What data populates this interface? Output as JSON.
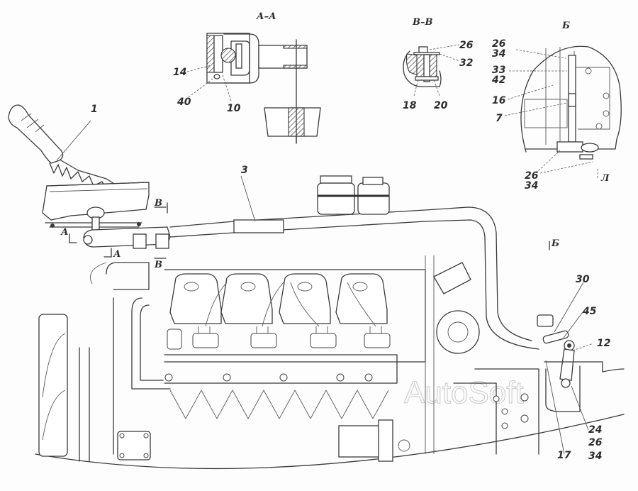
{
  "drawing": {
    "section_views": [
      {
        "title": "А–А",
        "callouts": [
          "14",
          "40",
          "10"
        ]
      },
      {
        "title": "В–В",
        "callouts": [
          "26",
          "32",
          "18",
          "20"
        ]
      },
      {
        "title": "Б",
        "callouts": [
          "26\n34",
          "33\n42",
          "16",
          "7",
          "26\n34"
        ],
        "marker": "Л"
      }
    ],
    "section_a_title": "А–А",
    "section_v_title": "В–В",
    "view_b_title": "Б",
    "labels": {
      "l1": "1",
      "l3": "3",
      "l14": "14",
      "l40": "40",
      "l10": "10",
      "v26": "26",
      "v32": "32",
      "v18": "18",
      "v20": "20",
      "b26a": "26",
      "b34a": "34",
      "b33": "33",
      "b42": "42",
      "b16": "16",
      "b7": "7",
      "b26b": "26",
      "b34b": "34",
      "bL": "Л",
      "l30": "30",
      "l45": "45",
      "l12": "12",
      "l24": "24",
      "l26": "26",
      "l34": "34",
      "l17": "17"
    },
    "section_markers": {
      "a_left": "А",
      "a_right": "А",
      "v_top": "В",
      "v_bottom": "В",
      "b_main": "Б"
    },
    "watermark": "AutoSoft"
  },
  "colors": {
    "ink": "#3a3a3a",
    "paper": "#fdfdfd",
    "watermark": "#c9c9c9"
  }
}
